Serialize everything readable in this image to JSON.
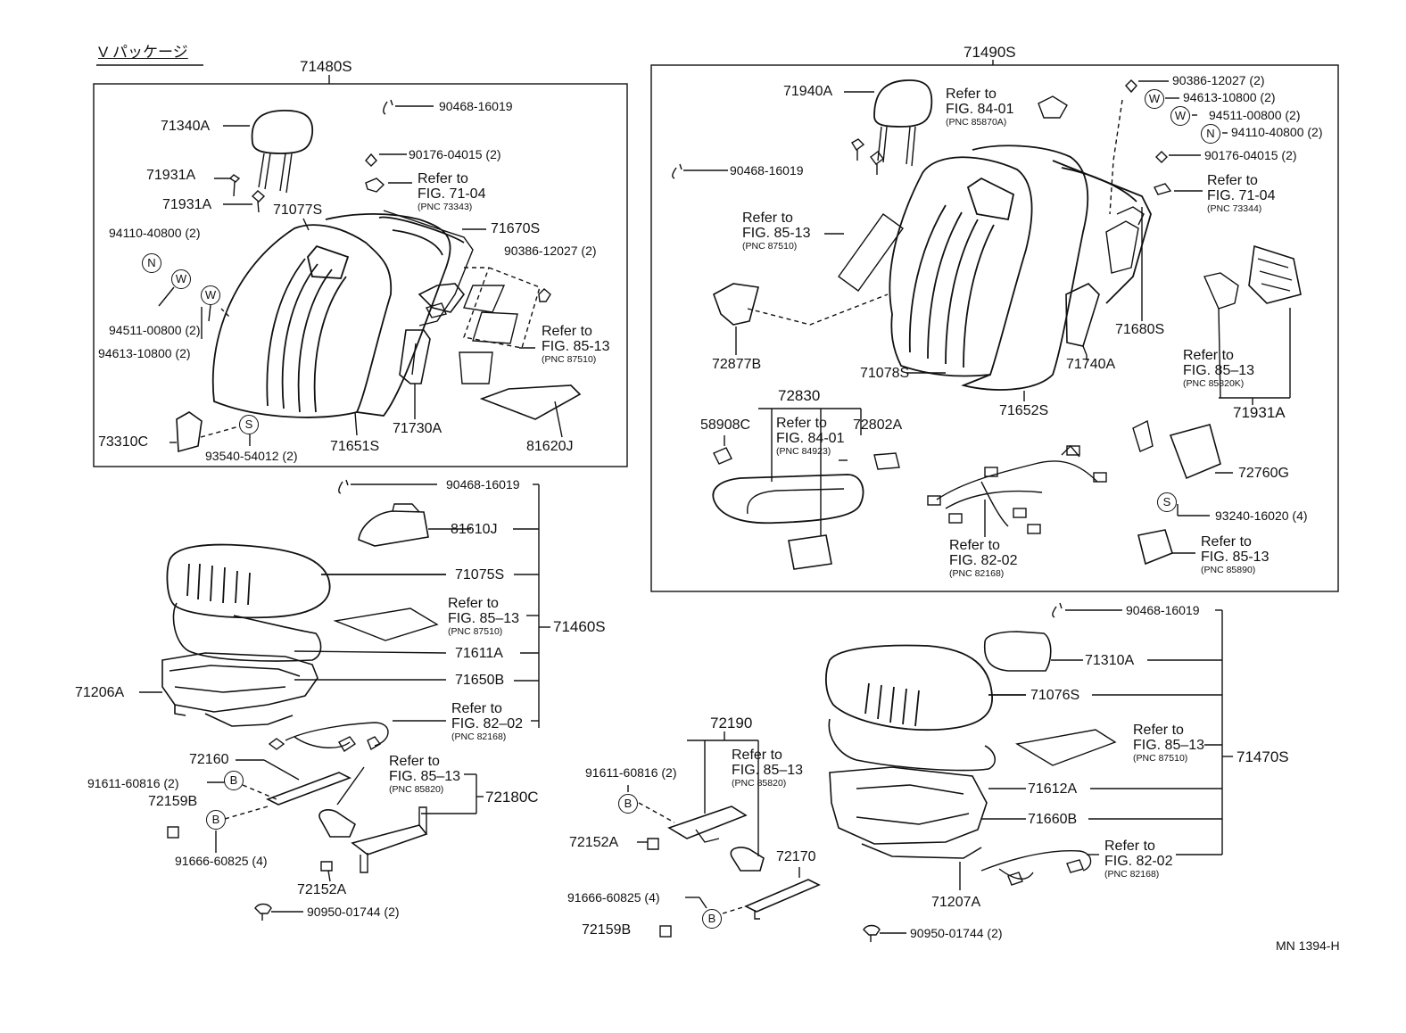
{
  "header": {
    "package_label": "V パッケージ",
    "code": "MN 1394-H"
  },
  "sym": {
    "n": "N",
    "w": "W",
    "s": "S",
    "b": "B"
  },
  "groups": {
    "g71480S": "71480S",
    "g71490S": "71490S",
    "g71460S": "71460S",
    "g71470S": "71470S",
    "g72180C": "72180C",
    "g72190": "72190",
    "g72830": "72830",
    "g71931A_r": "71931A"
  },
  "parts": {
    "p71340A": "71340A",
    "p71931A_1": "71931A",
    "p71931A_2": "71931A",
    "p71077S": "71077S",
    "p90468_16019_a": "90468-16019",
    "p90176_04015_a": "90176-04015 (2)",
    "p94110_40800_a": "94110-40800 (2)",
    "p71670S": "71670S",
    "p90386_12027_a": "90386-12027 (2)",
    "p94511_00800_a": "94511-00800 (2)",
    "p94613_10800_a": "94613-10800 (2)",
    "p73310C": "73310C",
    "p93540_54012": "93540-54012 (2)",
    "p71651S": "71651S",
    "p71730A": "71730A",
    "p81620J": "81620J",
    "p90468_16019_b": "90468-16019",
    "p81610J": "81610J",
    "p71075S": "71075S",
    "p71611A": "71611A",
    "p71206A": "71206A",
    "p71650B": "71650B",
    "p72160": "72160",
    "p91611_60816_a": "91611-60816 (2)",
    "p72159B_a": "72159B",
    "p91666_60825_a": "91666-60825 (4)",
    "p72152A_a": "72152A",
    "p90950_01744_a": "90950-01744 (2)",
    "p71940A": "71940A",
    "p90468_16019_c": "90468-16019",
    "p90386_12027_b": "90386-12027 (2)",
    "p94613_10800_b": "94613-10800 (2)",
    "p94511_00800_b": "94511-00800 (2)",
    "p94110_40800_b": "94110-40800 (2)",
    "p90176_04015_b": "90176-04015 (2)",
    "p71680S": "71680S",
    "p72877B": "72877B",
    "p71078S": "71078S",
    "p71740A": "71740A",
    "p71652S": "71652S",
    "p58908C": "58908C",
    "p72802A": "72802A",
    "p72760G": "72760G",
    "p93240_16020": "93240-16020 (4)",
    "p90468_16019_d": "90468-16019",
    "p71310A": "71310A",
    "p71076S": "71076S",
    "p71612A": "71612A",
    "p71660B": "71660B",
    "p71207A": "71207A",
    "p91611_60816_b": "91611-60816 (2)",
    "p72152A_b": "72152A",
    "p72170": "72170",
    "p91666_60825_b": "91666-60825 (4)",
    "p72159B_b": "72159B",
    "p90950_01744_b": "90950-01744 (2)"
  },
  "refs": {
    "r1": {
      "l1": "Refer to",
      "l2": "FIG. 71-04",
      "pnc": "(PNC 73343)"
    },
    "r2": {
      "l1": "Refer to",
      "l2": "FIG. 85-13",
      "pnc": "(PNC 87510)"
    },
    "r3": {
      "l1": "Refer to",
      "l2": "FIG. 85–13",
      "pnc": "(PNC 87510)"
    },
    "r4": {
      "l1": "Refer to",
      "l2": "FIG. 82–02",
      "pnc": "(PNC 82168)"
    },
    "r5": {
      "l1": "Refer to",
      "l2": "FIG. 85–13",
      "pnc": "(PNC 85820)"
    },
    "r6": {
      "l1": "Refer to",
      "l2": "FIG. 84-01",
      "pnc": "(PNC 85870A)"
    },
    "r7": {
      "l1": "Refer to",
      "l2": "FIG. 71-04",
      "pnc": "(PNC 73344)"
    },
    "r8": {
      "l1": "Refer to",
      "l2": "FIG. 85-13",
      "pnc": "(PNC 87510)"
    },
    "r9": {
      "l1": "Refer to",
      "l2": "FIG. 85–13",
      "pnc": "(PNC 85820K)"
    },
    "r10": {
      "l1": "Refer to",
      "l2": "FIG. 84-01",
      "pnc": "(PNC 84923)"
    },
    "r11": {
      "l1": "Refer to",
      "l2": "FIG. 82-02",
      "pnc": "(PNC 82168)"
    },
    "r12": {
      "l1": "Refer to",
      "l2": "FIG. 85-13",
      "pnc": "(PNC 85890)"
    },
    "r13": {
      "l1": "Refer to",
      "l2": "FIG. 85–13",
      "pnc": "(PNC 87510)"
    },
    "r14": {
      "l1": "Refer to",
      "l2": "FIG. 82-02",
      "pnc": "(PNC 82168)"
    },
    "r15": {
      "l1": "Refer to",
      "l2": "FIG. 85–13",
      "pnc": "(PNC 85820)"
    }
  },
  "colors": {
    "ink": "#111111",
    "paper": "#ffffff"
  }
}
